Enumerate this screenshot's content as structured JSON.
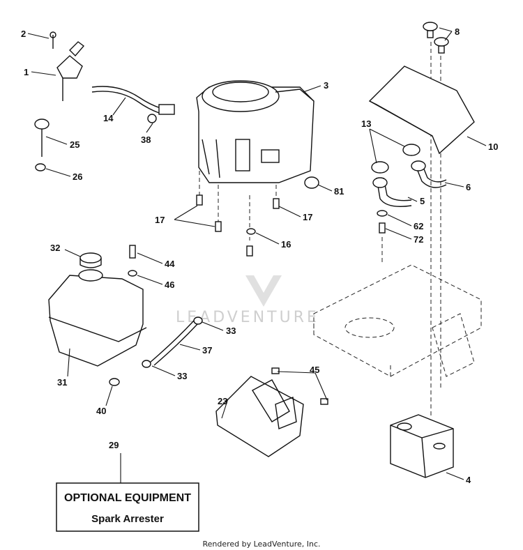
{
  "callouts": {
    "c1": "1",
    "c2": "2",
    "c3": "3",
    "c4": "4",
    "c5": "5",
    "c6": "6",
    "c8": "8",
    "c10": "10",
    "c13": "13",
    "c14": "14",
    "c16": "16",
    "c17a": "17",
    "c17b": "17",
    "c23": "23",
    "c25": "25",
    "c26": "26",
    "c29": "29",
    "c31": "31",
    "c32": "32",
    "c33a": "33",
    "c33b": "33",
    "c37": "37",
    "c38": "38",
    "c40": "40",
    "c44": "44",
    "c45": "45",
    "c46": "46",
    "c62": "62",
    "c72": "72",
    "c81": "81"
  },
  "optional_box": {
    "title": "OPTIONAL EQUIPMENT",
    "subtitle": "Spark Arrester"
  },
  "watermark": "LEADVENTURE",
  "footer": "Rendered by LeadVenture, Inc."
}
